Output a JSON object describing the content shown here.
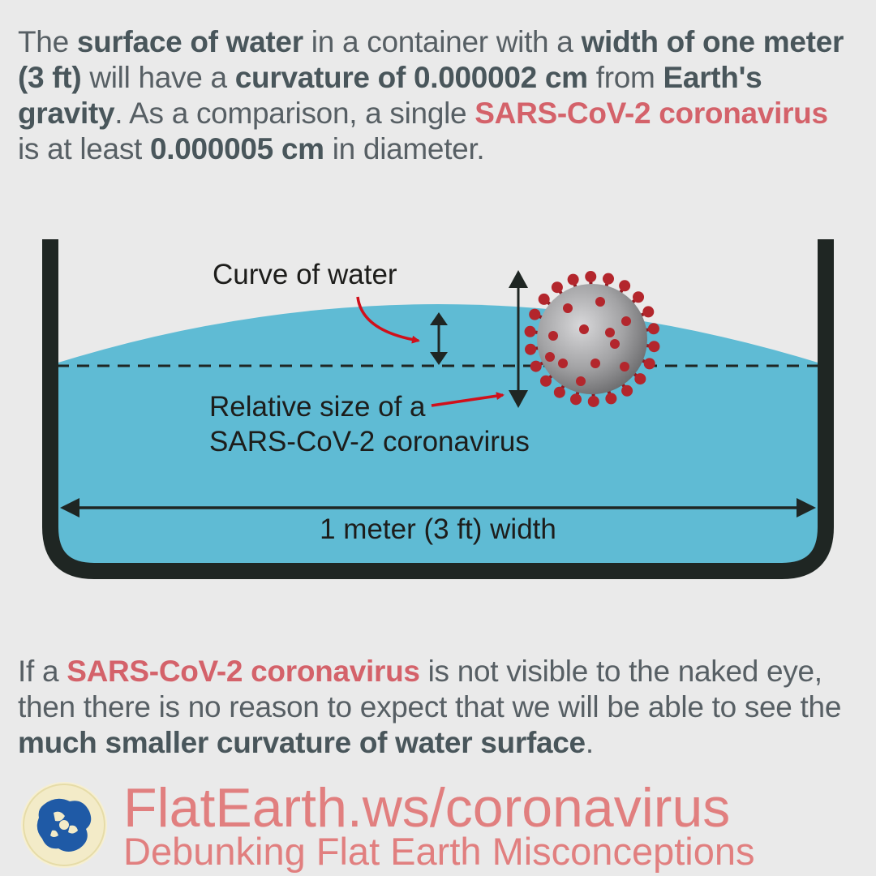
{
  "intro": {
    "t1": "The ",
    "b1": "surface of water",
    "t2": " in a container with a ",
    "b2": "width of one meter (3 ft)",
    "t3": " will have a ",
    "b3": "curvature of 0.000002 cm",
    "t4": " from ",
    "b4": "Earth's gravity",
    "t5": ". As a comparison, a single ",
    "h1": "SARS-CoV-2 coronavirus",
    "t6": " is at least ",
    "b5": "0.000005 cm",
    "t7": " in diameter."
  },
  "diagram": {
    "curve_label": "Curve of water",
    "virus_label_line1": "Relative size of a",
    "virus_label_line2": "SARS-CoV-2 coronavirus",
    "width_label": "1 meter (3 ft) width",
    "colors": {
      "water": "#5fbbd4",
      "container": "#1f2623",
      "arrow_red": "#d0101b",
      "virus_body": "#a9a9ab",
      "virus_spike": "#b3262c"
    }
  },
  "conclusion": {
    "t1": "If a ",
    "h1": "SARS-CoV-2 coronavirus",
    "t2": " is not visible to the naked eye, then there is no reason to expect that we will be able to see the ",
    "b1": "much smaller curvature of water surface",
    "t3": "."
  },
  "footer": {
    "url": "FlatEarth.ws/coronavirus",
    "tagline": "Debunking Flat Earth Misconceptions",
    "logo_icon": "globe-icon"
  }
}
